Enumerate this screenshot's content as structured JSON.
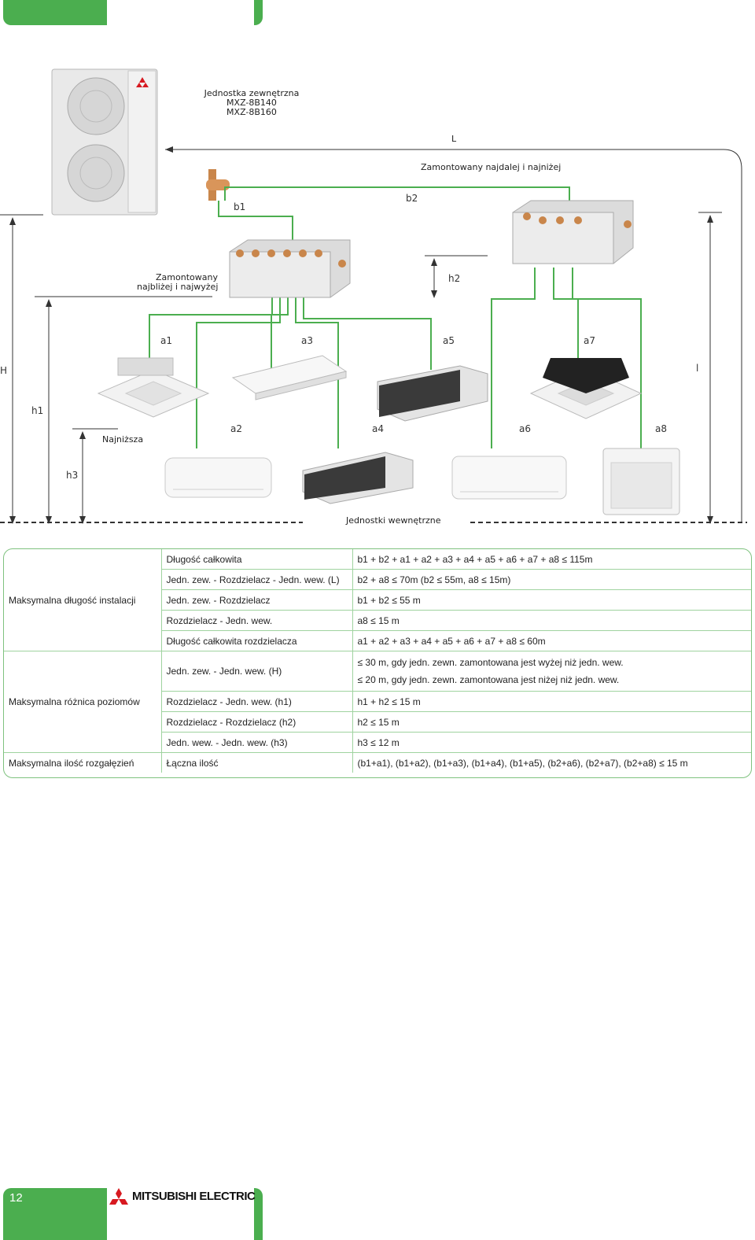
{
  "colors": {
    "accent": "#4bae4f",
    "pipe": "#4bae4f",
    "brand_red": "#d71920"
  },
  "diagram": {
    "outdoor_title": "Jednostka zewnętrzna",
    "outdoor_model1": "MXZ-8B140",
    "outdoor_model2": "MXZ-8B160",
    "L": "L",
    "far_label": "Zamontowany najdalej i najniżej",
    "b1": "b1",
    "b2": "b2",
    "near_label1": "Zamontowany",
    "near_label2": "najbliżej i najwyżej",
    "h2": "h2",
    "a1": "a1",
    "a3": "a3",
    "a5": "a5",
    "a7": "a7",
    "H": "H",
    "l": "l",
    "h1": "h1",
    "lowest": "Najniższa",
    "a2": "a2",
    "a4": "a4",
    "a6": "a6",
    "a8": "a8",
    "h3": "h3",
    "indoor_label": "Jednostki wewnętrzne"
  },
  "table": {
    "g1": "Maksymalna długość instalacji",
    "g2": "Maksymalna różnica poziomów",
    "g3": "Maksymalna ilość rozgałęzień",
    "rows": [
      {
        "k": "Długość całkowita",
        "v": "b1 + b2 + a1 + a2 + a3 + a4 + a5 + a6 + a7 + a8 ≤ 115m"
      },
      {
        "k": "Jedn. zew. - Rozdzielacz - Jedn. wew. (L)",
        "v": "b2 + a8 ≤ 70m (b2 ≤ 55m, a8 ≤ 15m)"
      },
      {
        "k": "Jedn. zew. - Rozdzielacz",
        "v": "b1 + b2 ≤ 55 m"
      },
      {
        "k": "Rozdzielacz - Jedn. wew.",
        "v": "a8 ≤ 15 m"
      },
      {
        "k": "Długość całkowita rozdzielacza",
        "v": "a1 + a2 + a3 + a4 + a5 + a6 + a7 + a8 ≤ 60m"
      },
      {
        "k": "Jedn. zew. - Jedn. wew. (H)",
        "v": "≤ 30 m, gdy jedn. zewn. zamontowana jest wyżej niż jedn. wew.",
        "v2": "≤ 20 m, gdy jedn. zewn. zamontowana jest niżej niż jedn. wew."
      },
      {
        "k": "Rozdzielacz - Jedn. wew. (h1)",
        "v": "h1 + h2 ≤ 15 m"
      },
      {
        "k": "Rozdzielacz - Rozdzielacz (h2)",
        "v": "h2 ≤ 15 m"
      },
      {
        "k": "Jedn. wew. - Jedn. wew. (h3)",
        "v": "h3 ≤ 12 m"
      },
      {
        "k": "Łączna ilość",
        "v": "(b1+a1), (b1+a2), (b1+a3),  (b1+a4), (b1+a5), (b2+a6),  (b2+a7), (b2+a8) ≤ 15 m"
      }
    ]
  },
  "footer": {
    "page_number": "12",
    "brand": "MITSUBISHI ELECTRIC"
  }
}
